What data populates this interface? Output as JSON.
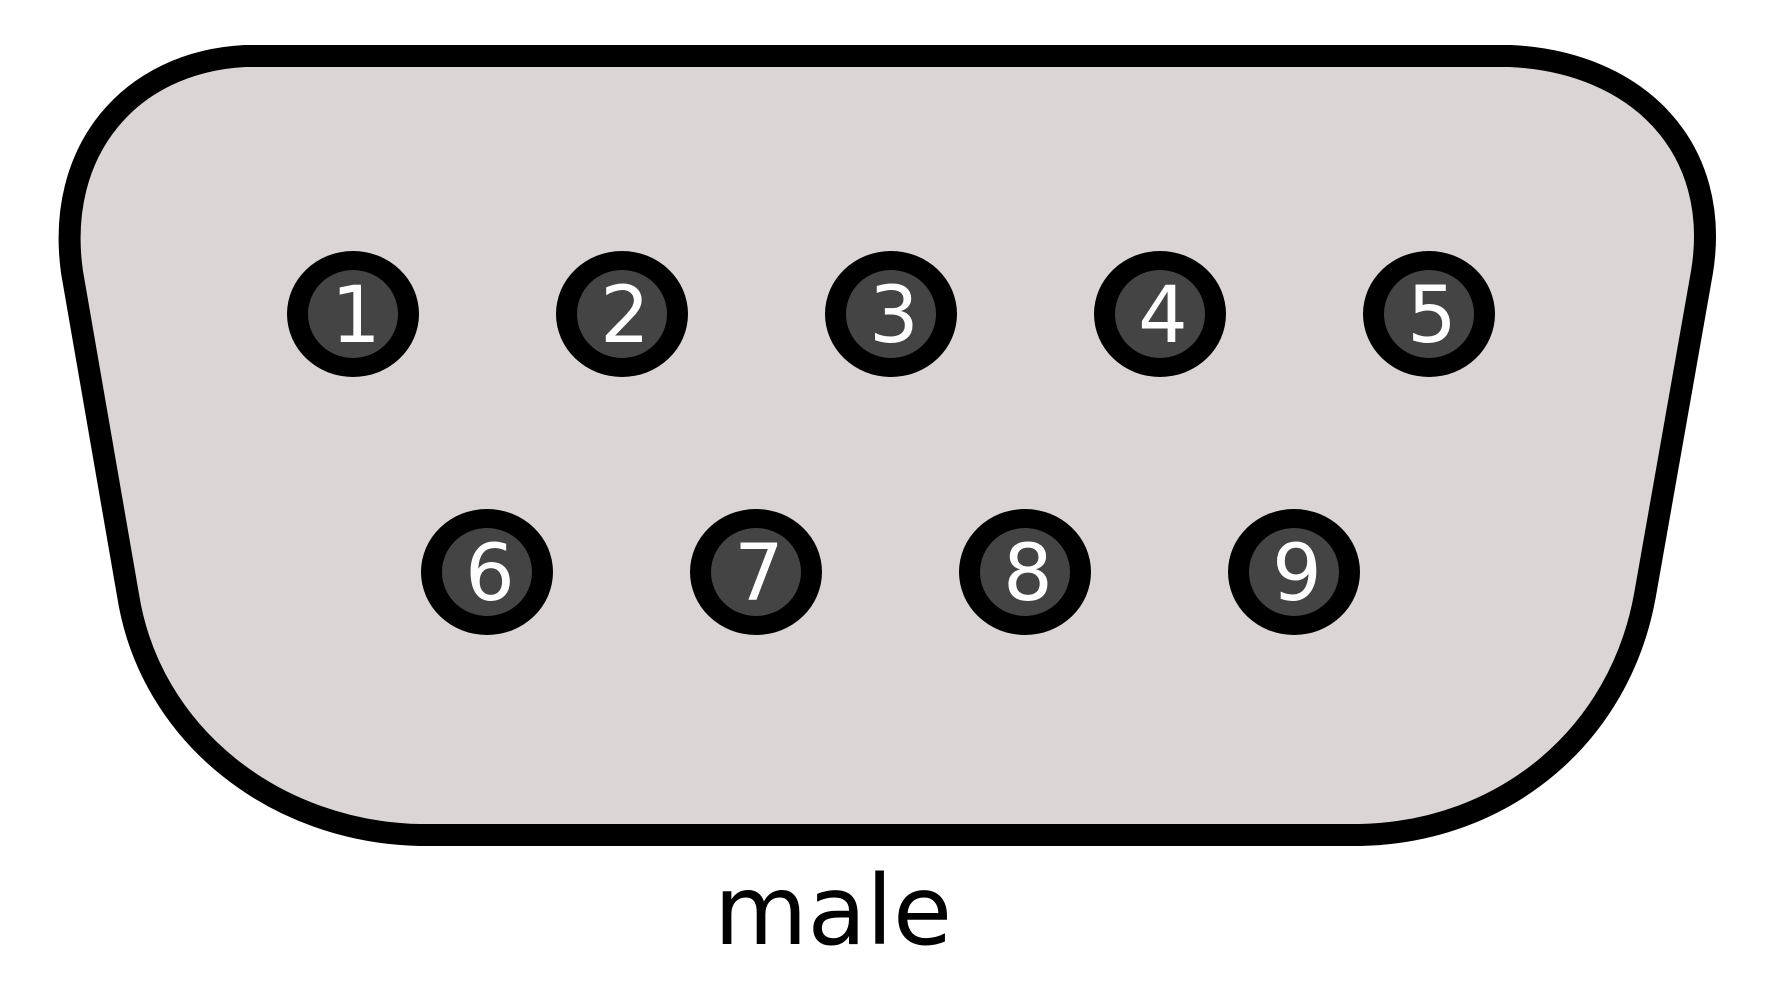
{
  "diagram": {
    "caption": "male",
    "colors": {
      "shell_fill": "#dbd6d6",
      "shell_stroke": "#000000",
      "pin_ring": "#000000",
      "pin_core": "#444444",
      "pin_label": "#ffffff",
      "background": "#ffffff"
    },
    "rows": [
      {
        "pins": [
          {
            "label": "1"
          },
          {
            "label": "2"
          },
          {
            "label": "3"
          },
          {
            "label": "4"
          },
          {
            "label": "5"
          }
        ]
      },
      {
        "pins": [
          {
            "label": "6"
          },
          {
            "label": "7"
          },
          {
            "label": "8"
          },
          {
            "label": "9"
          }
        ]
      }
    ]
  }
}
